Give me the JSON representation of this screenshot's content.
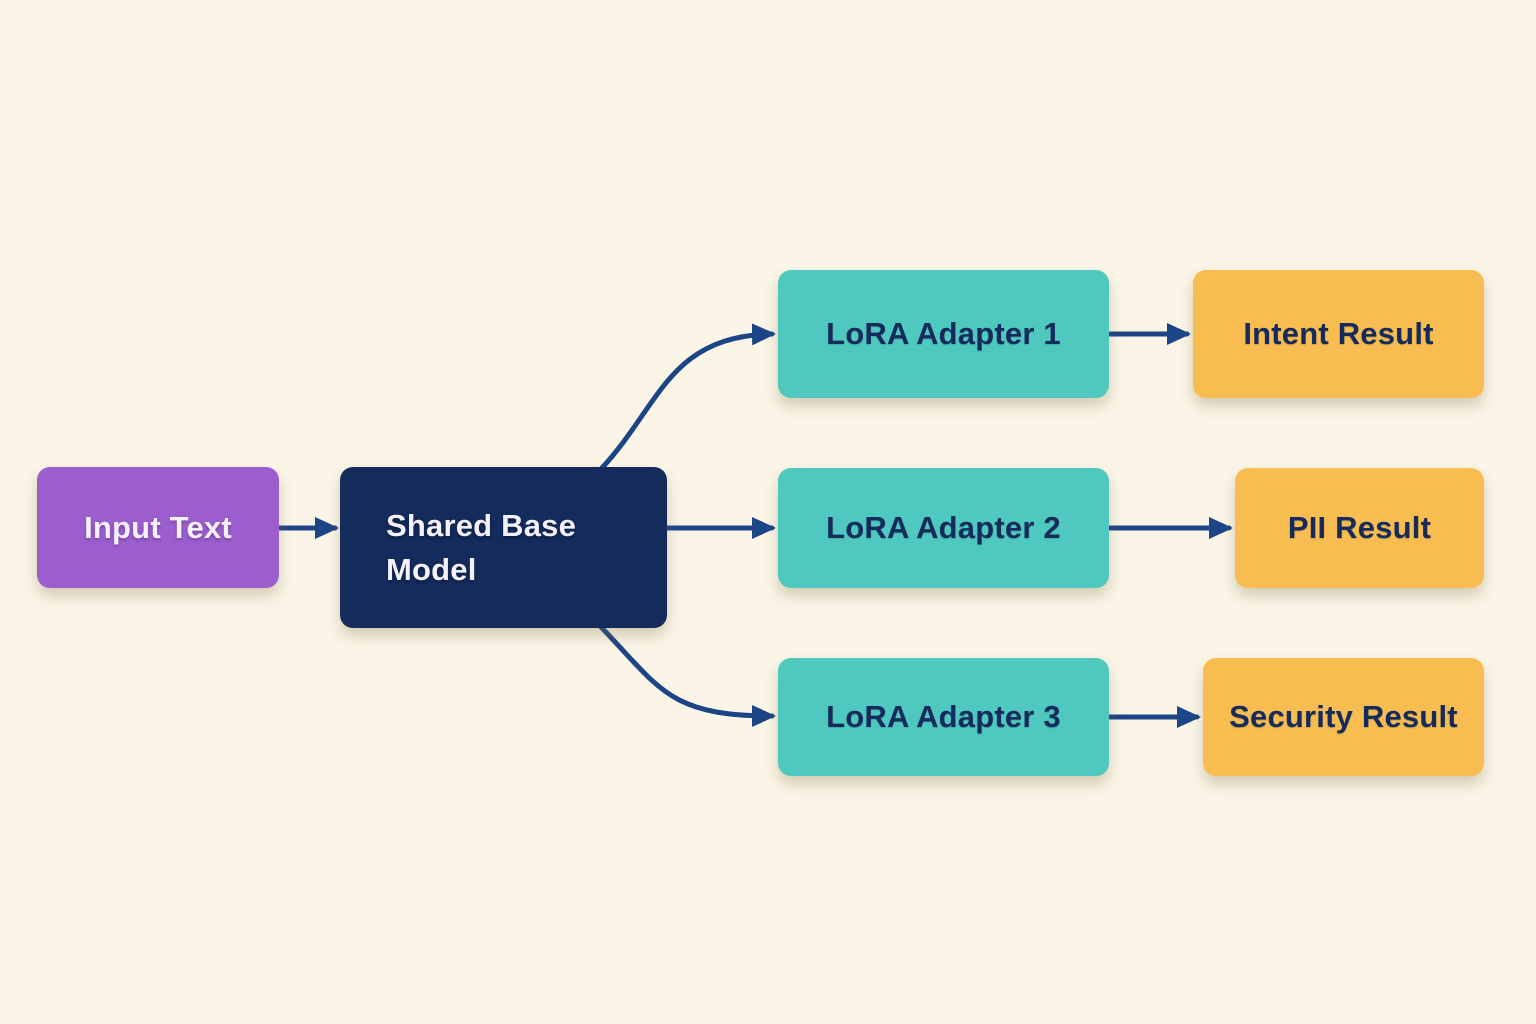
{
  "diagram": {
    "type": "flowchart",
    "direction": "left-to-right",
    "colors": {
      "background": "#FAF5E7",
      "input_node": "#9C5ECF",
      "base_model_node": "#142C5C",
      "adapter_nodes": "#4FC9BF",
      "result_nodes": "#F8BD50",
      "arrows": "#1C4586",
      "text_on_dark": "#F4F1FA",
      "text_on_light": "#152B5C"
    },
    "nodes": {
      "input_text": {
        "label": "Input Text",
        "color": "#9C5ECF"
      },
      "shared_base_model": {
        "label": "Shared Base Model",
        "color": "#142C5C"
      },
      "lora_adapter_1": {
        "label": "LoRA Adapter 1",
        "color": "#4FC9BF"
      },
      "lora_adapter_2": {
        "label": "LoRA Adapter 2",
        "color": "#4FC9BF"
      },
      "lora_adapter_3": {
        "label": "LoRA Adapter 3",
        "color": "#4FC9BF"
      },
      "intent_result": {
        "label": "Intent Result",
        "color": "#F8BD50"
      },
      "pii_result": {
        "label": "PII Result",
        "color": "#F8BD50"
      },
      "security_result": {
        "label": "Security Result",
        "color": "#F8BD50"
      }
    },
    "edges": [
      {
        "from": "input_text",
        "to": "shared_base_model"
      },
      {
        "from": "shared_base_model",
        "to": "lora_adapter_1"
      },
      {
        "from": "shared_base_model",
        "to": "lora_adapter_2"
      },
      {
        "from": "shared_base_model",
        "to": "lora_adapter_3"
      },
      {
        "from": "lora_adapter_1",
        "to": "intent_result"
      },
      {
        "from": "lora_adapter_2",
        "to": "pii_result"
      },
      {
        "from": "lora_adapter_3",
        "to": "security_result"
      }
    ]
  }
}
